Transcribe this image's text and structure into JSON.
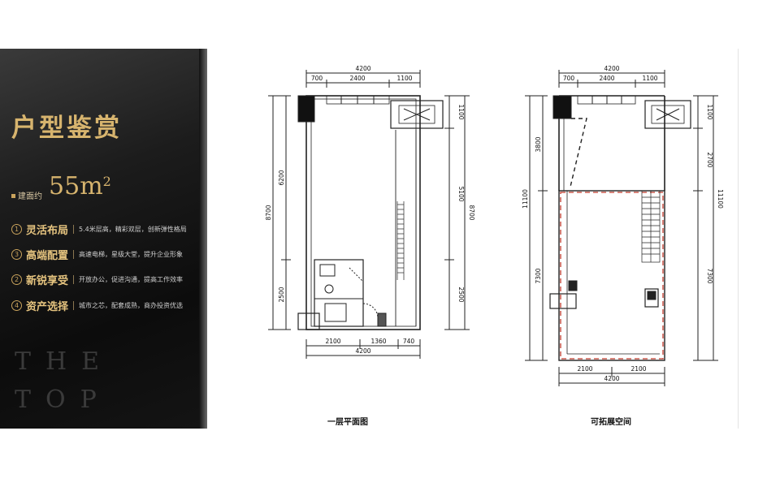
{
  "panel": {
    "title": "户型鉴赏",
    "area_label": "建面约",
    "area_value": "55",
    "area_unit": "m",
    "area_sup": "2",
    "features": [
      {
        "num": "1",
        "title": "灵活布局",
        "desc": "5.4米层高，精彩双层，创新弹性格局"
      },
      {
        "num": "3",
        "title": "高端配置",
        "desc": "高速电梯，星级大堂，提升企业形象"
      },
      {
        "num": "2",
        "title": "新锐享受",
        "desc": "开放办公，促进沟通，提高工作效率"
      },
      {
        "num": "4",
        "title": "资产选择",
        "desc": "城市之芯，配套成熟，商办投资优选"
      }
    ],
    "watermark_line1": "THE",
    "watermark_line2": "TOP"
  },
  "plan1": {
    "caption": "一层平面图",
    "top_total": "4200",
    "top_segments": [
      "700",
      "2400",
      "1100"
    ],
    "bottom_segments": [
      "2100",
      "1360",
      "740"
    ],
    "bottom_total": "4200",
    "left_outer": "8700",
    "left_upper": "6200",
    "left_lower": "2500",
    "right_top": "1100",
    "right_mid": "5100",
    "right_outer": "8700",
    "right_lower": "2500"
  },
  "plan2": {
    "caption": "可拓展空间",
    "top_total": "4200",
    "top_segments": [
      "700",
      "2400",
      "1100"
    ],
    "bottom_segments": [
      "2100",
      "2100"
    ],
    "bottom_total": "4200",
    "left_outer": "11100",
    "left_upper": "3800",
    "left_lower": "7300",
    "right_top": "1100",
    "right_mid": "2700",
    "right_outer": "11100",
    "right_lower": "7300"
  },
  "colors": {
    "gold": "#c9a35c",
    "dashed_red": "#c0392b"
  }
}
